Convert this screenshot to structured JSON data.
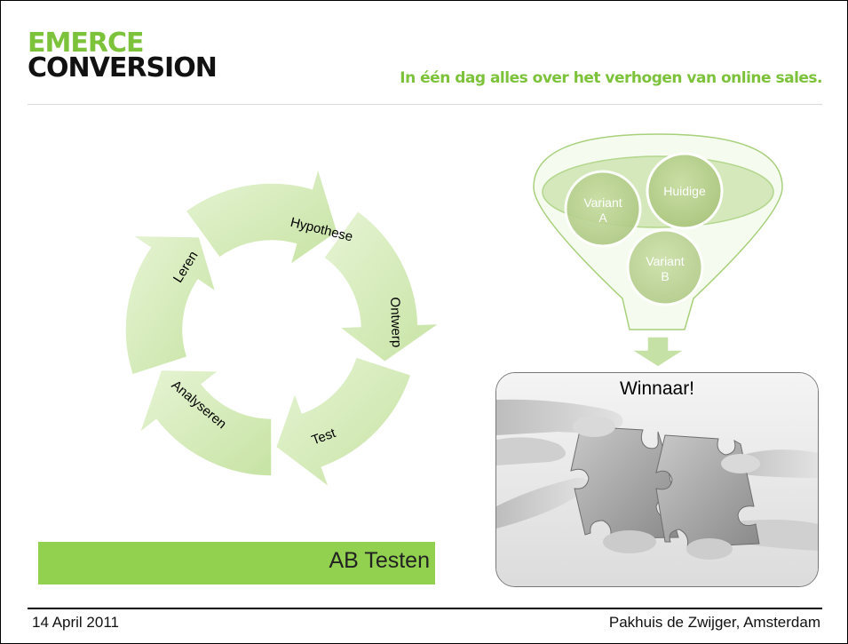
{
  "header": {
    "logo_line1": "EMERCE",
    "logo_line2": "CONVERSION",
    "tagline": "In één dag alles over het verhogen van online sales."
  },
  "cycle": {
    "steps": [
      "Hypothese",
      "Ontwerp",
      "Test",
      "Analyseren",
      "Leren"
    ]
  },
  "funnel": {
    "circles": [
      {
        "line1": "Variant",
        "line2": "A"
      },
      {
        "line1": "Huidige",
        "line2": ""
      },
      {
        "line1": "Variant",
        "line2": "B"
      }
    ]
  },
  "winner": {
    "label": "Winnaar!"
  },
  "title_bar": {
    "label": "AB Testen"
  },
  "footer": {
    "date": "14 April 2011",
    "location": "Pakhuis de Zwijger, Amsterdam"
  },
  "colors": {
    "brand_green": "#7dc23b",
    "bar_green": "#92d050",
    "arrow_fill": "#d6ecbc",
    "circle_fill": "#b6cf8f"
  }
}
